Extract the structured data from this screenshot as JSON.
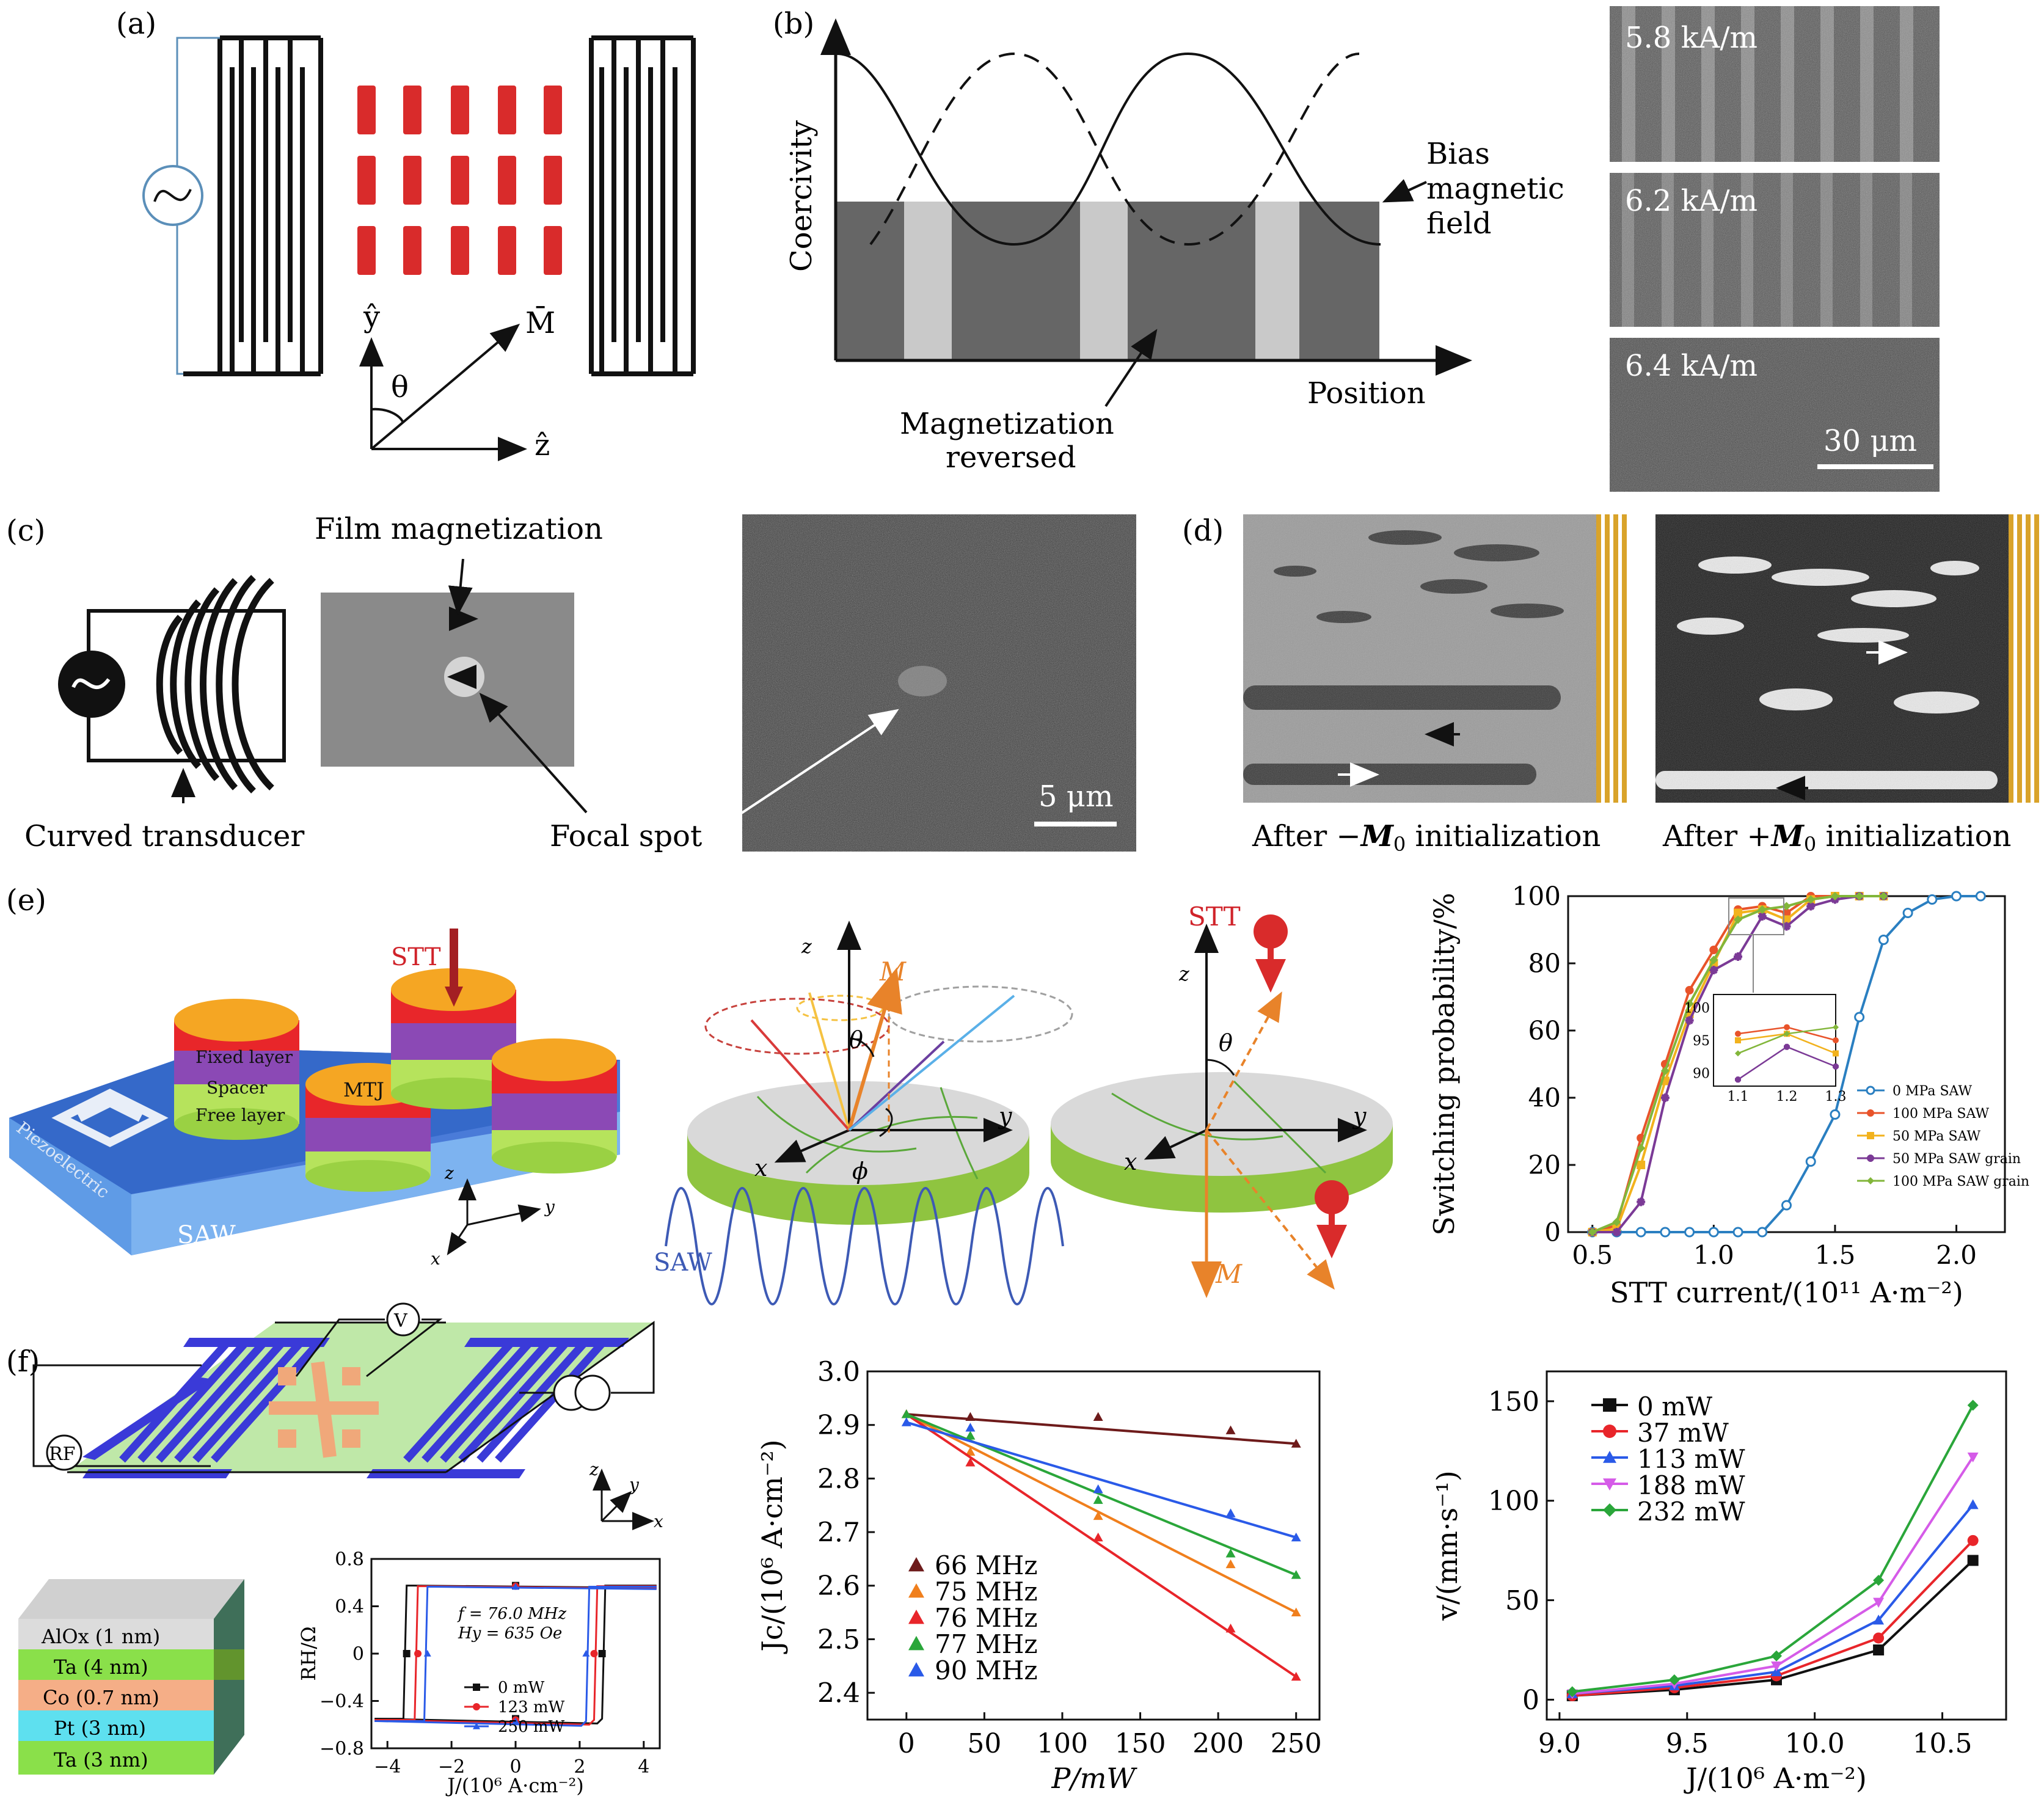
{
  "panels": {
    "a": {
      "label": "(a)",
      "axis_y": "ŷ",
      "axis_z": "ẑ",
      "axis_M": "M̄",
      "angle": "θ"
    },
    "b": {
      "label": "(b)",
      "ylabel": "Coercivity",
      "xlabel": "Position",
      "bias_line1": "Bias",
      "bias_line2": "magnetic",
      "bias_line3": "field",
      "mag_line1": "Magnetization",
      "mag_line2": "reversed",
      "images": [
        "5.8 kA/m",
        "6.2 kA/m",
        "6.4 kA/m"
      ],
      "scale": "30 μm"
    },
    "c": {
      "label": "(c)",
      "film": "Film magnetization",
      "transducer": "Curved transducer",
      "focal": "Focal spot",
      "scale": "5 μm"
    },
    "d": {
      "label": "(d)",
      "left_caption_pre": "After −",
      "right_caption_pre": "After +",
      "caption_M": "M",
      "caption_sub": "0",
      "caption_post": " initialization"
    },
    "e": {
      "label": "(e)",
      "stt": "STT",
      "fixed": "Fixed layer",
      "spacer": "Spacer",
      "free": "Free layer",
      "mtj": "MTJ",
      "piezo": "Piezoelectric",
      "saw": "SAW",
      "ax_x": "x",
      "ax_y": "y",
      "ax_z": "z",
      "M": "M",
      "theta": "θ",
      "phi": "ϕ"
    },
    "f": {
      "label": "(f)",
      "rf": "RF",
      "v": "V",
      "ax_x": "x",
      "ax_y": "y",
      "ax_z": "z",
      "stack": [
        "AlOx (1 nm)",
        "Ta (4 nm)",
        "Co (0.7 nm)",
        "Pt (3 nm)",
        "Ta (3 nm)"
      ],
      "hyst_ylabel": "RH/Ω",
      "hyst_xlabel": "J/(10⁶ A·cm⁻²)",
      "hyst_f": "f = 76.0 MHz",
      "hyst_H": "Hy = 635 Oe"
    }
  },
  "colors": {
    "saw0": "#2a7fc1",
    "saw100": "#e8532a",
    "saw50": "#f2b21d",
    "grain50": "#7b3a96",
    "grain100": "#82b63a",
    "f66": "#6e1b1b",
    "f75": "#f07f1d",
    "f76": "#e8252a",
    "f77": "#2aa63a",
    "f90": "#2a5ae8"
  },
  "chart_data": [
    {
      "type": "line",
      "panel": "e",
      "xlabel": "STT current/(10¹¹ A·m⁻²)",
      "ylabel": "Switching probability/%",
      "xlim": [
        0.4,
        2.2
      ],
      "ylim": [
        0,
        100
      ],
      "xticks": [
        "0.5",
        "1.0",
        "1.5",
        "2.0"
      ],
      "yticks": [
        "0",
        "20",
        "40",
        "60",
        "80",
        "100"
      ],
      "legend_position": "right",
      "series": [
        {
          "name": "0 MPa SAW",
          "x": [
            0.5,
            0.6,
            0.7,
            0.8,
            0.9,
            1.0,
            1.1,
            1.2,
            1.3,
            1.4,
            1.5,
            1.6,
            1.7,
            1.8,
            1.9,
            2.0,
            2.1
          ],
          "values": [
            0,
            0,
            0,
            0,
            0,
            0,
            0,
            0,
            8,
            21,
            35,
            64,
            87,
            95,
            99,
            100,
            100
          ]
        },
        {
          "name": "100 MPa SAW",
          "x": [
            0.5,
            0.6,
            0.7,
            0.8,
            0.9,
            1.0,
            1.1,
            1.2,
            1.3,
            1.4,
            1.5,
            1.6,
            1.7
          ],
          "values": [
            0,
            2,
            28,
            50,
            72,
            84,
            96,
            97,
            95,
            100,
            100,
            100,
            100
          ]
        },
        {
          "name": "50 MPa SAW",
          "x": [
            0.5,
            0.6,
            0.7,
            0.8,
            0.9,
            1.0,
            1.1,
            1.2,
            1.3,
            1.4,
            1.5,
            1.6,
            1.7
          ],
          "values": [
            0,
            1,
            20,
            45,
            65,
            80,
            95,
            96,
            93,
            99,
            100,
            100,
            100
          ]
        },
        {
          "name": "50 MPa SAW grain",
          "x": [
            0.5,
            0.6,
            0.7,
            0.8,
            0.9,
            1.0,
            1.1,
            1.2,
            1.3,
            1.4,
            1.5,
            1.6,
            1.7
          ],
          "values": [
            0,
            0,
            9,
            40,
            63,
            78,
            82,
            94,
            91,
            97,
            99,
            100,
            100
          ]
        },
        {
          "name": "100 MPa SAW grain",
          "x": [
            0.5,
            0.6,
            0.7,
            0.8,
            0.9,
            1.0,
            1.1,
            1.2,
            1.3,
            1.4,
            1.5,
            1.6,
            1.7
          ],
          "values": [
            0,
            3,
            25,
            48,
            68,
            81,
            93,
            96,
            97,
            99,
            100,
            100,
            100
          ]
        }
      ],
      "inset": {
        "xticks": [
          "1.1",
          "1.2",
          "1.3"
        ],
        "yticks": [
          "90",
          "95",
          "100"
        ]
      }
    },
    {
      "type": "line",
      "panel": "f-hysteresis",
      "xlabel": "J/(10⁶ A·cm⁻²)",
      "ylabel": "RH/Ω",
      "xlim": [
        -4.5,
        4.5
      ],
      "ylim": [
        -0.8,
        0.8
      ],
      "xticks": [
        "−4",
        "−2",
        "0",
        "2",
        "4"
      ],
      "yticks": [
        "−0.8",
        "−0.4",
        "0",
        "0.4",
        "0.8"
      ],
      "series": [
        {
          "name": "0 mW",
          "switch_pos": 2.7,
          "switch_neg": -3.4
        },
        {
          "name": "123 mW",
          "switch_pos": 2.45,
          "switch_neg": -3.05
        },
        {
          "name": "250 mW",
          "switch_pos": 2.2,
          "switch_neg": -2.75
        }
      ]
    },
    {
      "type": "line",
      "panel": "f-Jc",
      "xlabel": "P/mW",
      "ylabel": "Jc/(10⁶ A·cm⁻²)",
      "xlim": [
        -25,
        265
      ],
      "ylim": [
        2.35,
        3.0
      ],
      "xticks": [
        "0",
        "50",
        "100",
        "150",
        "200",
        "250"
      ],
      "yticks": [
        "2.4",
        "2.5",
        "2.6",
        "2.7",
        "2.8",
        "2.9",
        "3.0"
      ],
      "legend_position": "bottom-left",
      "series": [
        {
          "name": "66 MHz",
          "x": [
            0,
            41,
            123,
            208,
            250
          ],
          "values": [
            2.92,
            2.915,
            2.915,
            2.89,
            2.865
          ]
        },
        {
          "name": "75 MHz",
          "x": [
            0,
            41,
            123,
            208,
            250
          ],
          "values": [
            2.92,
            2.85,
            2.73,
            2.64,
            2.55
          ]
        },
        {
          "name": "76 MHz",
          "x": [
            0,
            41,
            123,
            208,
            250
          ],
          "values": [
            2.92,
            2.83,
            2.69,
            2.52,
            2.43
          ]
        },
        {
          "name": "77 MHz",
          "x": [
            0,
            41,
            123,
            208,
            250
          ],
          "values": [
            2.92,
            2.88,
            2.76,
            2.66,
            2.62
          ]
        },
        {
          "name": "90 MHz",
          "x": [
            0,
            41,
            123,
            208,
            250
          ],
          "values": [
            2.905,
            2.895,
            2.78,
            2.735,
            2.69
          ]
        }
      ]
    },
    {
      "type": "line",
      "panel": "f-velocity",
      "xlabel": "J/(10⁶ A·m⁻²)",
      "ylabel": "v/(mm·s⁻¹)",
      "xlim": [
        8.95,
        10.75
      ],
      "ylim": [
        -10,
        165
      ],
      "xticks": [
        "9.0",
        "9.5",
        "10.0",
        "10.5"
      ],
      "yticks": [
        "0",
        "50",
        "100",
        "150"
      ],
      "legend_position": "top-left",
      "series": [
        {
          "name": "0 mW",
          "x": [
            9.05,
            9.45,
            9.85,
            10.25,
            10.62
          ],
          "values": [
            2,
            5,
            10,
            25,
            70
          ]
        },
        {
          "name": "37 mW",
          "x": [
            9.05,
            9.45,
            9.85,
            10.25,
            10.62
          ],
          "values": [
            2,
            6,
            12,
            31,
            80
          ]
        },
        {
          "name": "113 mW",
          "x": [
            9.05,
            9.45,
            9.85,
            10.25,
            10.62
          ],
          "values": [
            3,
            7,
            14,
            40,
            98
          ]
        },
        {
          "name": "188 mW",
          "x": [
            9.05,
            9.45,
            9.85,
            10.25,
            10.62
          ],
          "values": [
            3,
            8,
            17,
            49,
            122
          ]
        },
        {
          "name": "232 mW",
          "x": [
            9.05,
            9.45,
            9.85,
            10.25,
            10.62
          ],
          "values": [
            4,
            10,
            22,
            60,
            148
          ]
        }
      ]
    }
  ]
}
